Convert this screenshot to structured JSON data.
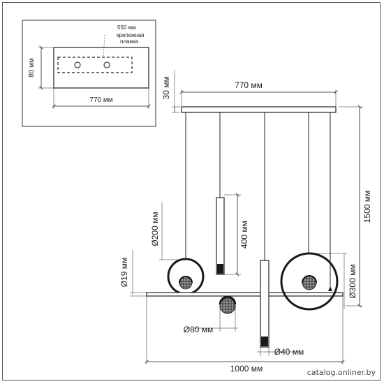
{
  "inset": {
    "length_label": "550 мм",
    "bracket_label_line1": "крепежная",
    "bracket_label_line2": "планка",
    "height_label": "80 мм",
    "width_label": "770 мм"
  },
  "main": {
    "canopy_height_label": "30 мм",
    "canopy_width_label": "770 мм",
    "total_height_label": "1500 мм",
    "ring_small_label": "Ø200 мм",
    "ring_thickness_label": "Ø19 мм",
    "tube_length_label": "400 мм",
    "ring_large_label": "Ø300 мм",
    "sphere_label": "Ø80 мм",
    "tube_diameter_label": "Ø40 мм",
    "bar_length_label": "1000 мм"
  },
  "watermark": "catalog.onliner.by",
  "colors": {
    "line": "#222222",
    "fill": "#1a1a1a",
    "frame": "#555555"
  }
}
